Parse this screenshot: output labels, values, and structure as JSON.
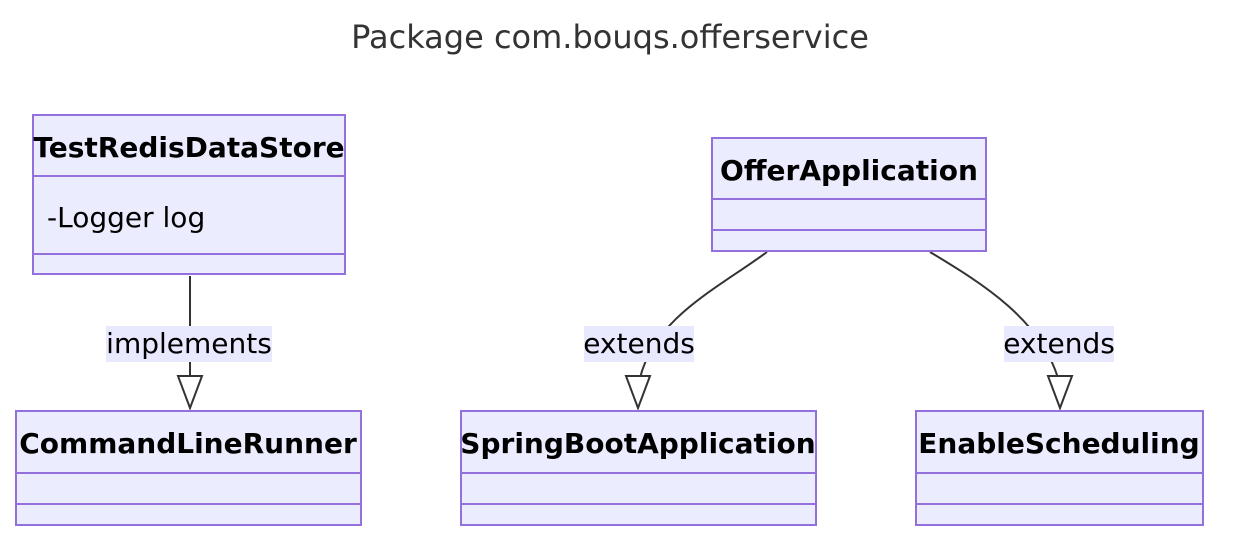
{
  "diagram": {
    "title": "Package com.bouqs.offerservice",
    "colors": {
      "box_fill": "#ECECFF",
      "box_stroke": "#9370DB",
      "edge": "#333333",
      "label_bg": "#E8E8FF",
      "text": "#000000"
    },
    "classes": {
      "test_redis_data_store": {
        "name": "TestRedisDataStore",
        "attribute": "-Logger log"
      },
      "command_line_runner": {
        "name": "CommandLineRunner"
      },
      "offer_application": {
        "name": "OfferApplication"
      },
      "spring_boot_application": {
        "name": "SpringBootApplication"
      },
      "enable_scheduling": {
        "name": "EnableScheduling"
      }
    },
    "relations": {
      "implements": {
        "label": "implements",
        "from": "TestRedisDataStore",
        "to": "CommandLineRunner"
      },
      "extends_spring": {
        "label": "extends",
        "from": "OfferApplication",
        "to": "SpringBootApplication"
      },
      "extends_scheduling": {
        "label": "extends",
        "from": "OfferApplication",
        "to": "EnableScheduling"
      }
    }
  }
}
